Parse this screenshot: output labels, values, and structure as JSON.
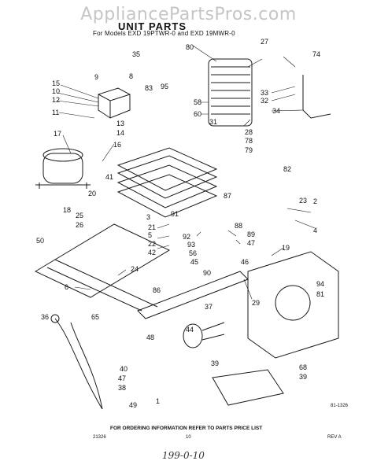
{
  "watermark": "AppliancePartsPros.com",
  "title": "UNIT PARTS",
  "subtitle": "For Models EXD 19PTWR-0 and EXD 19MWR-0",
  "footer": "FOR ORDERING INFORMATION REFER TO PARTS PRICE LIST",
  "diagram_code": "81-1326",
  "bottom_left_code": "21326",
  "page_number": "10",
  "rev": "REV A",
  "handwritten_note": "199-0-10",
  "callouts": [
    "35",
    "80",
    "27",
    "74",
    "15",
    "10",
    "12",
    "11",
    "13",
    "14",
    "9",
    "8",
    "83",
    "95",
    "58",
    "60",
    "31",
    "33",
    "32",
    "34",
    "28",
    "78",
    "79",
    "17",
    "16",
    "41",
    "82",
    "20",
    "18",
    "25",
    "26",
    "3",
    "87",
    "91",
    "21",
    "5",
    "22",
    "42",
    "92",
    "93",
    "56",
    "88",
    "89",
    "47",
    "23",
    "2",
    "4",
    "19",
    "50",
    "6",
    "24",
    "45",
    "46",
    "90",
    "86",
    "94",
    "81",
    "37",
    "29",
    "44",
    "48",
    "36",
    "65",
    "40",
    "47",
    "38",
    "39",
    "1",
    "49",
    "68"
  ]
}
